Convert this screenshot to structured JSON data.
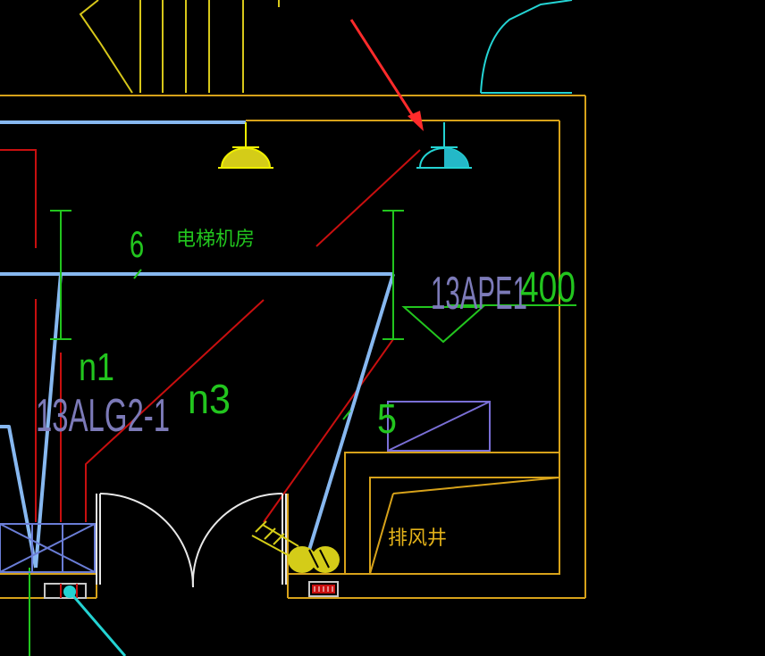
{
  "labels": {
    "room_name": "电梯机房",
    "shaft_name": "排风井",
    "tag_13apb": "13APE1",
    "tag_1400": "400",
    "tag_13alg": "13ALG2-1",
    "tag_n1": "n1",
    "tag_n3": "n3",
    "tag_6": "6",
    "tag_5": "5"
  },
  "colors": {
    "background": "#000000",
    "wall": "#d7a21a",
    "wire_blue": "#87b8f0",
    "wire_red": "#c80f0f",
    "green": "#22c51e",
    "cyan": "#24d3d3",
    "yellow": "#f0f000",
    "purple": "#7a6fd6",
    "gray_text": "#7c7ab8",
    "arrow": "#ff2b2b"
  },
  "icons": [
    "lamp-yellow-icon",
    "lamp-cyan-icon",
    "red-arrow-icon",
    "ground-triangle-icon",
    "exhaust-fan-icon",
    "door-swing-icon"
  ]
}
